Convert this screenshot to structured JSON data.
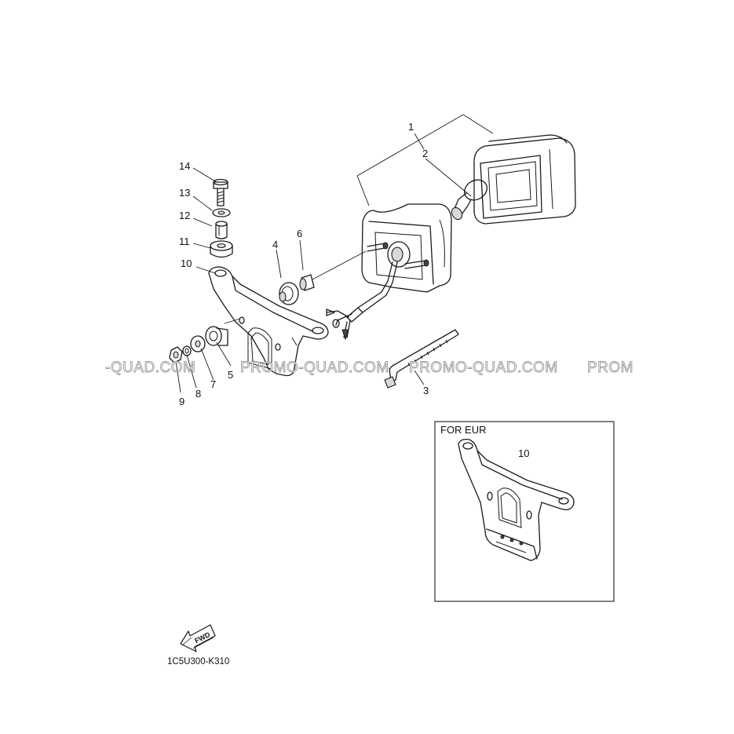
{
  "diagram": {
    "part_callouts": [
      "1",
      "2",
      "3",
      "4",
      "5",
      "6",
      "7",
      "8",
      "9",
      "10",
      "11",
      "12",
      "13",
      "14"
    ],
    "inset": {
      "title": "FOR EUR",
      "callout": "10"
    },
    "fwd_label": "FWD",
    "diagram_code": "1C5U300-K310",
    "watermarks": [
      "-QUAD.COM",
      "PROMO-QUAD.COM",
      "PROMO-QUAD.COM",
      "PROM"
    ],
    "colors": {
      "line": "#1a1a1a",
      "watermark_stroke": "#9a9a9a",
      "shade": "#d9d9d9"
    }
  }
}
